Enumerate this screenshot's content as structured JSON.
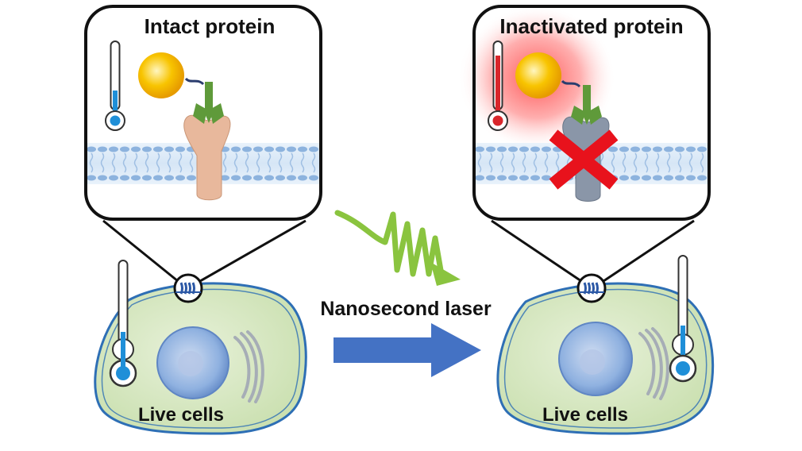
{
  "panels": {
    "left_title": "Intact protein",
    "right_title": "Inactivated protein"
  },
  "laser_label": "Nanosecond laser",
  "cells": {
    "left_label": "Live cells",
    "right_label": "Live cells"
  },
  "colors": {
    "thermometer_cool": "#1f8fd8",
    "thermometer_hot": "#d9262b",
    "cell_fill": "#d4e6bd",
    "cell_outline": "#2e6fb5",
    "nucleus": "#7fa7dc",
    "laser_wave": "#8ac43f",
    "arrow": "#4472c4",
    "nanoparticle": "#f6b900",
    "antibody": "#5f9a3a",
    "protein_intact": "#e8b89c",
    "protein_inactive": "#8a96a8",
    "cross": "#e8121c",
    "heat_glow": "#ff5a5a"
  }
}
